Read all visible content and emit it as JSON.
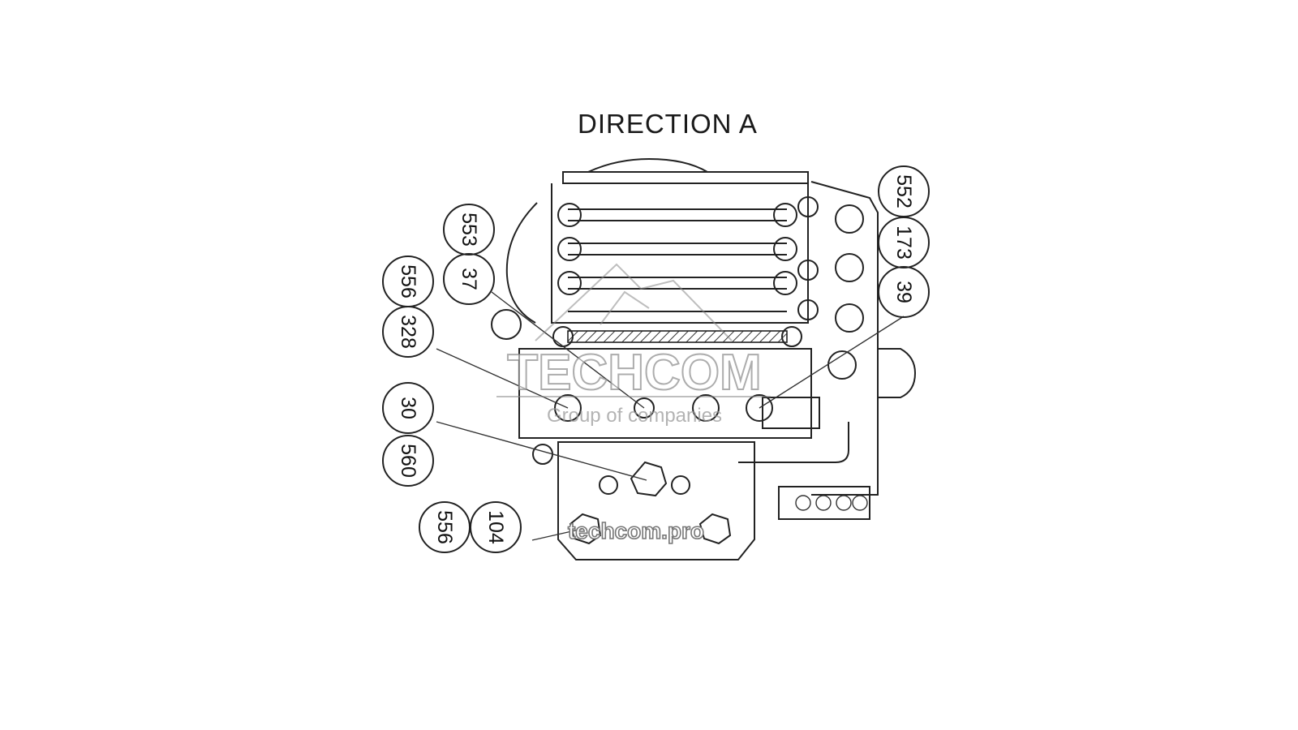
{
  "title": "DIRECTION A",
  "watermark": {
    "brand": "TECHCOM",
    "tagline": "Group of companies",
    "url": "techcom.pro"
  },
  "callouts": {
    "c553": "553",
    "c37": "37",
    "c556a": "556",
    "c328": "328",
    "c30": "30",
    "c560": "560",
    "c556b": "556",
    "c104": "104",
    "c552": "552",
    "c173": "173",
    "c39": "39"
  },
  "colors": {
    "line": "#222222",
    "background": "#ffffff"
  }
}
